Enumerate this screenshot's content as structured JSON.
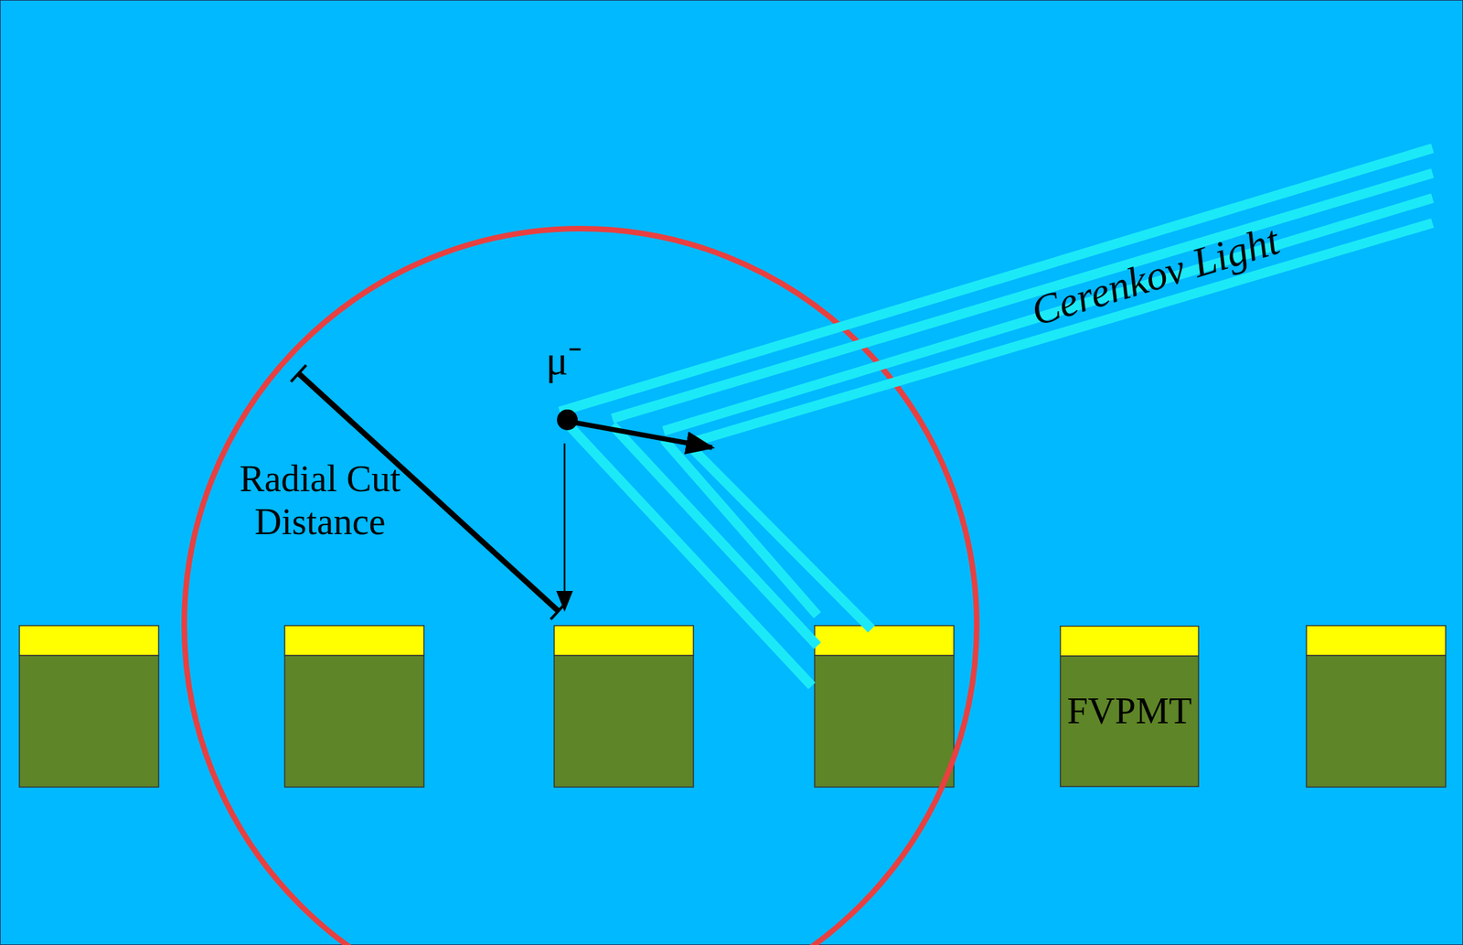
{
  "diagram": {
    "nodes": [
      {
        "text": [
          "FVPMT"
        ]
      }
    ],
    "labels": [
      "μ⁻",
      "Radial Cut Distance",
      "Cerenkov Light"
    ]
  }
}
